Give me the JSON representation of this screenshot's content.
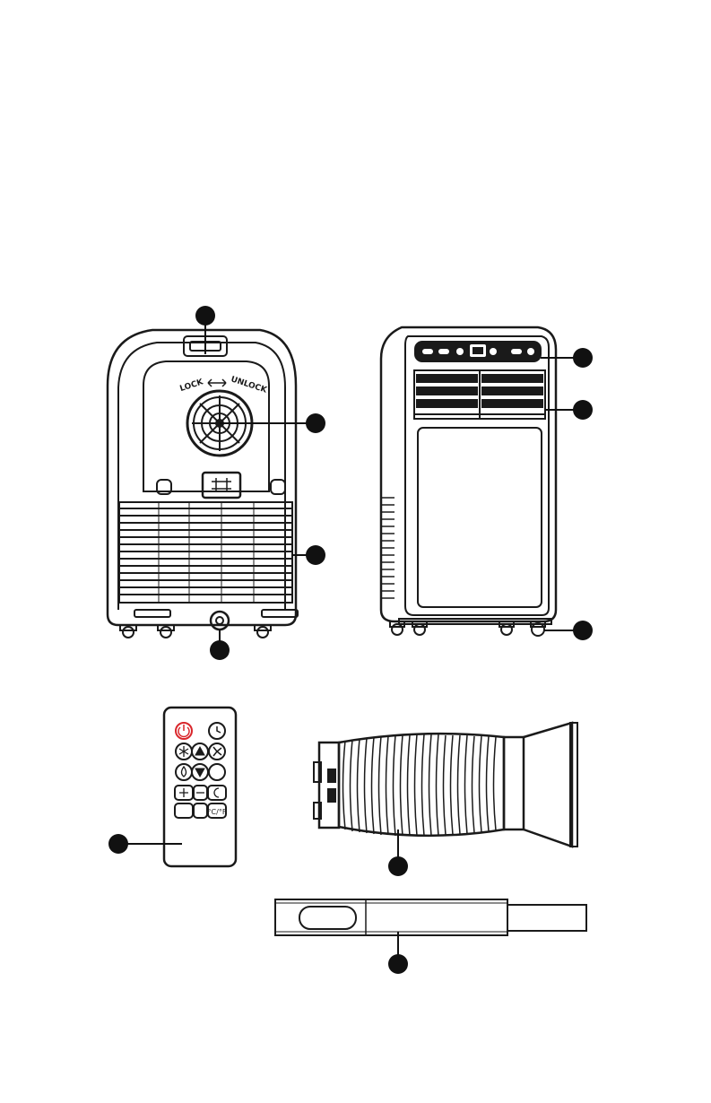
{
  "rear_unit": {
    "lock_label": "LOCK",
    "unlock_label": "UNLOCK"
  },
  "remote": {
    "temp_unit_label": "°C/°F"
  },
  "colors": {
    "line": "#1a1a1a",
    "callout": "#111111",
    "power_accent": "#d9262b"
  },
  "icons": [
    "power-icon",
    "timer-icon",
    "snowflake-icon",
    "arrow-up-icon",
    "fan-icon",
    "drop-icon",
    "arrow-down-icon",
    "swing-icon",
    "sleep-icon"
  ]
}
